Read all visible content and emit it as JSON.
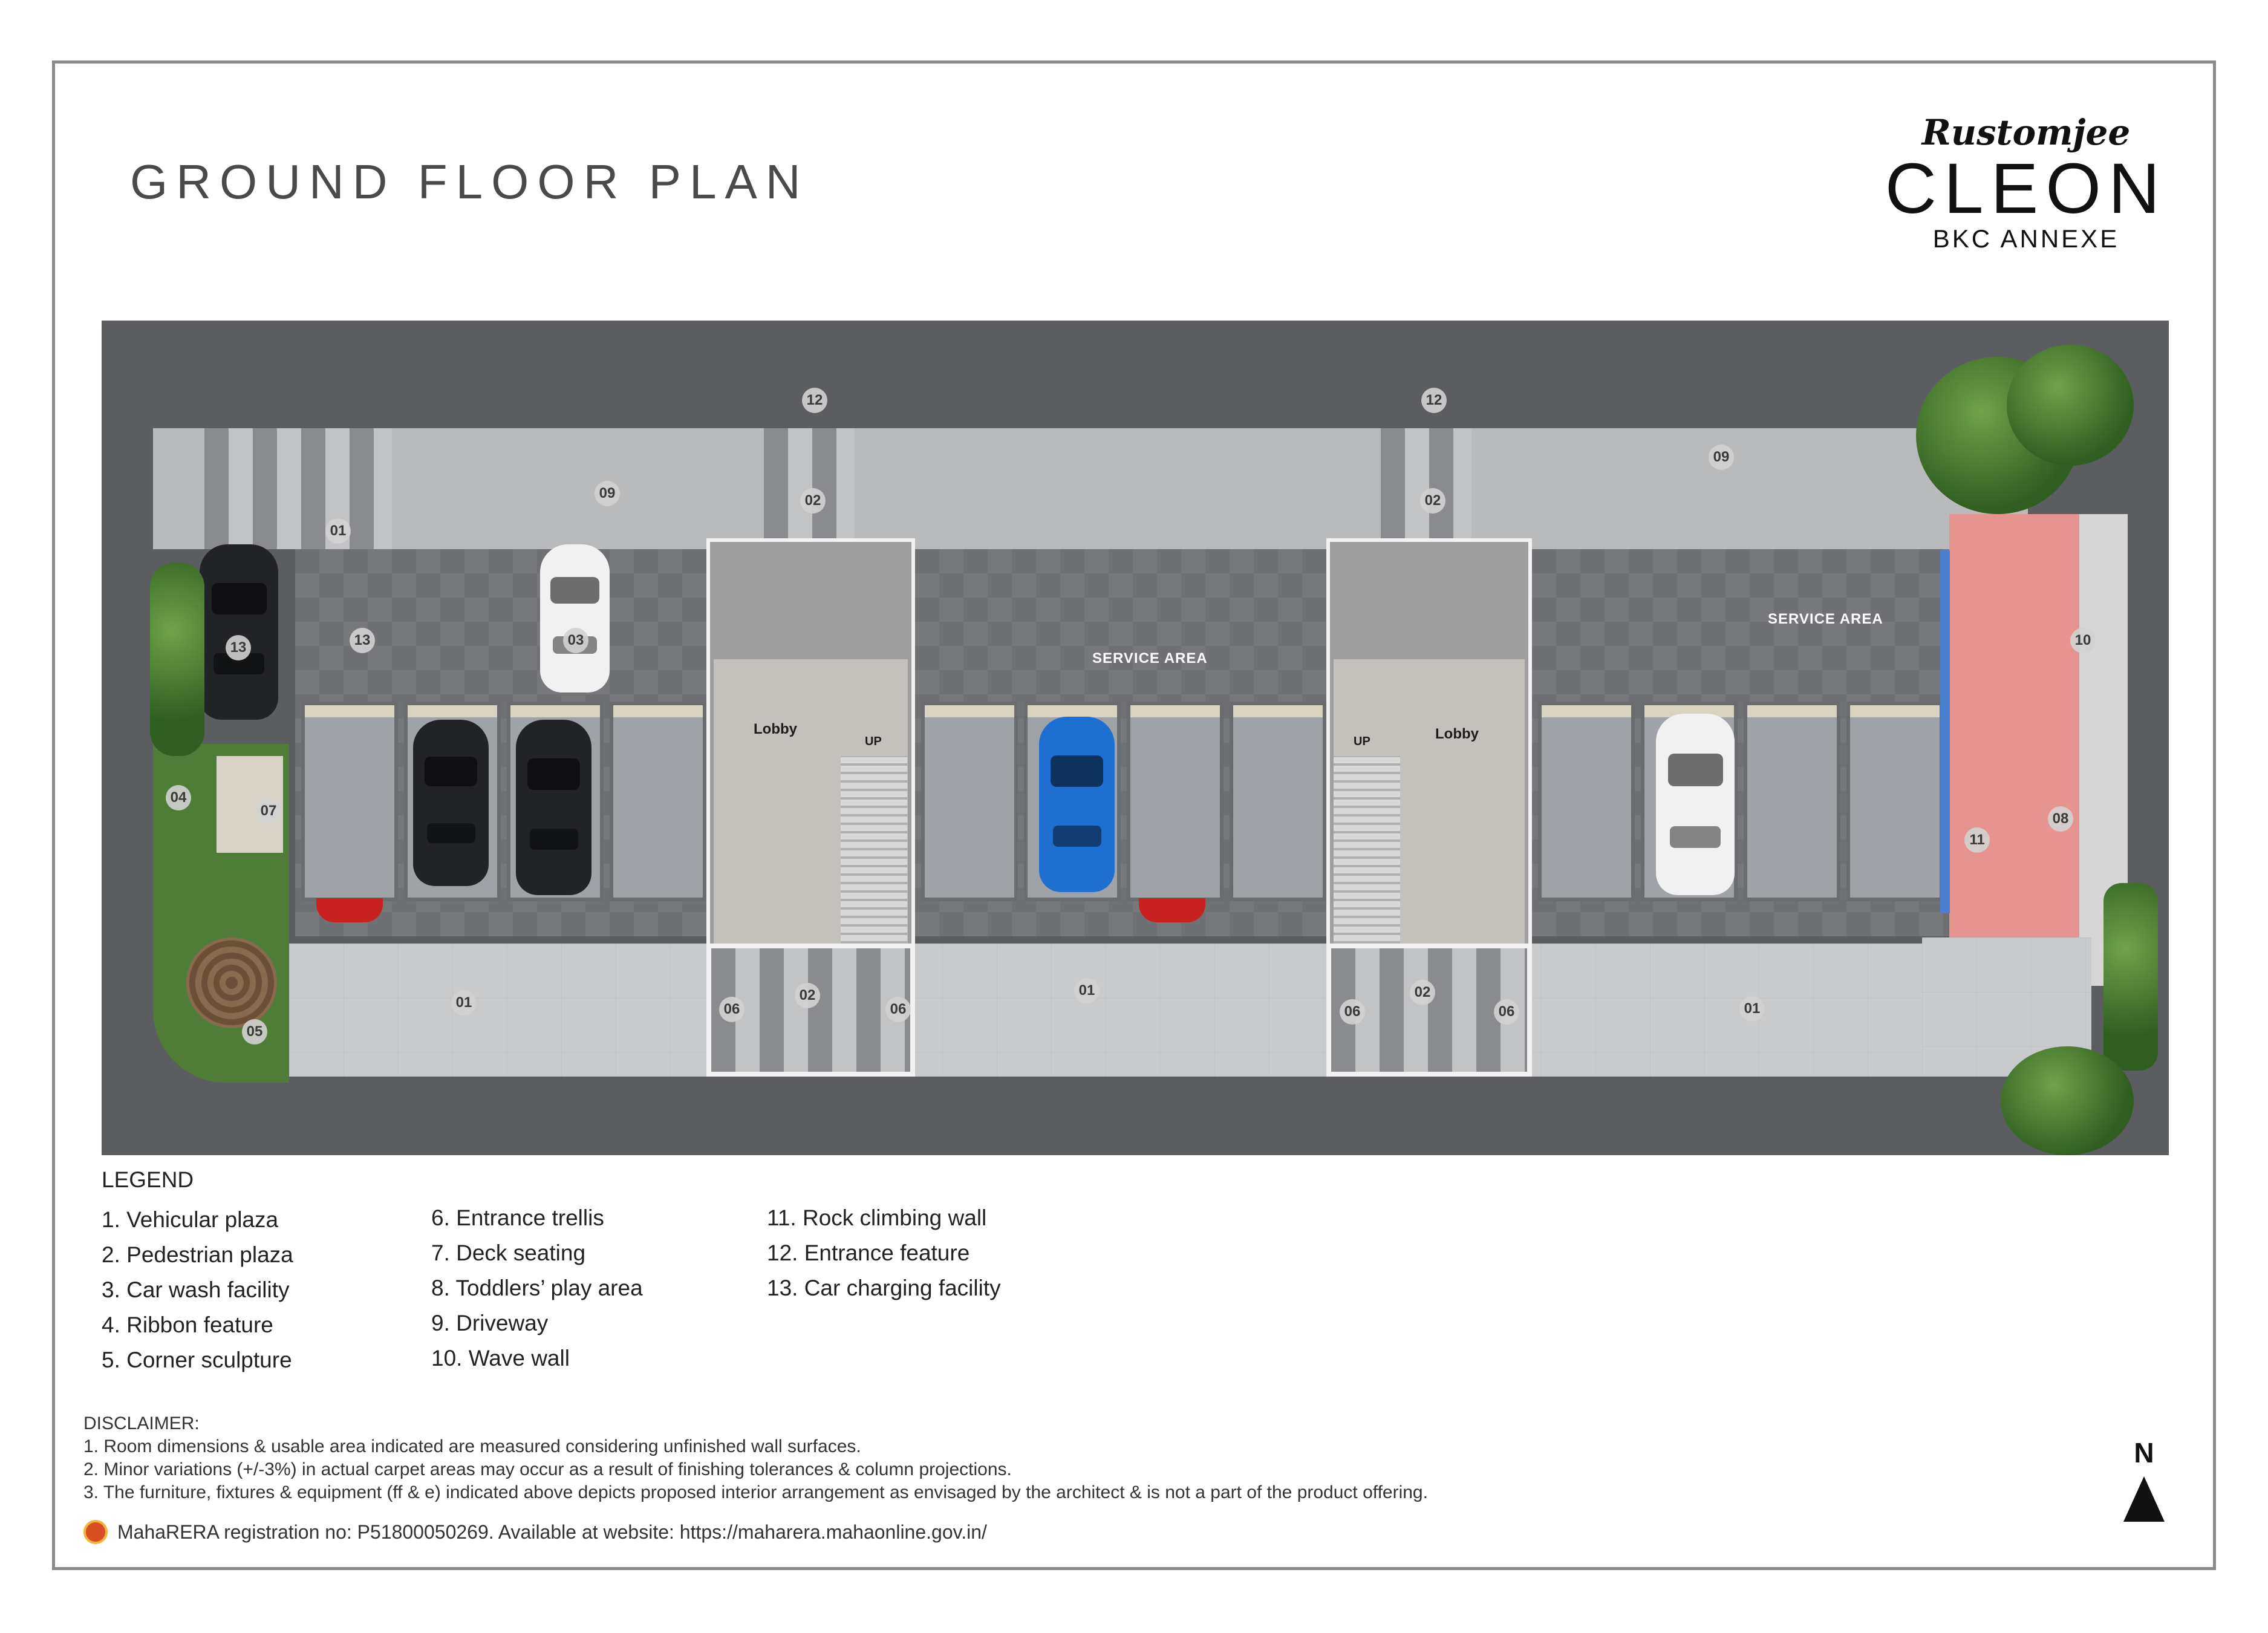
{
  "page": {
    "title": "GROUND FLOOR PLAN",
    "brand": {
      "name": "Rustomjee",
      "project": "CLEON",
      "location": "BKC ANNEXE"
    }
  },
  "plan": {
    "labels": {
      "service_area_1": "SERVICE AREA",
      "service_area_2": "SERVICE AREA",
      "lobby_1": "Lobby",
      "lobby_2": "Lobby",
      "up_1": "UP",
      "up_2": "UP"
    },
    "markers": {
      "m12a": "12",
      "m12b": "12",
      "m09a": "09",
      "m09b": "09",
      "m01a": "01",
      "m02a": "02",
      "m02b": "02",
      "m13a": "13",
      "m13b": "13",
      "m03": "03",
      "m10": "10",
      "m04": "04",
      "m07": "07",
      "m11": "11",
      "m08": "08",
      "m01b": "01",
      "m06a": "06",
      "m02c": "02",
      "m06b": "06",
      "m01c": "01",
      "m06c": "06",
      "m02d": "02",
      "m06d": "06",
      "m01d": "01",
      "m05": "05"
    }
  },
  "legend": {
    "title": "LEGEND",
    "items": [
      "1. Vehicular plaza",
      "2. Pedestrian plaza",
      "3. Car wash facility",
      "4. Ribbon feature",
      "5. Corner sculpture",
      "6. Entrance trellis",
      "7. Deck seating",
      "8. Toddlers’ play area",
      "9. Driveway",
      "10. Wave wall",
      "11. Rock climbing wall",
      "12. Entrance feature",
      "13. Car charging facility"
    ]
  },
  "disclaimer": {
    "title": "DISCLAIMER:",
    "lines": [
      "1. Room dimensions & usable area indicated are measured considering unfinished wall surfaces.",
      "2. Minor variations (+/-3%) in actual carpet areas may occur as a result of finishing tolerances & column projections.",
      "3. The furniture, fixtures & equipment (ff & e) indicated above depicts proposed interior arrangement as envisaged by the architect & is not a part of the product offering."
    ]
  },
  "rera": {
    "text": "MahaRERA registration no: P51800050269. Available at website: https://maharera.mahaonline.gov.in/"
  },
  "compass": {
    "label": "N"
  },
  "colors": {
    "car_blue": "#1f6fd1",
    "car_white": "#f1f1f1",
    "car_black": "#222326",
    "accent_red": "#c82121"
  }
}
